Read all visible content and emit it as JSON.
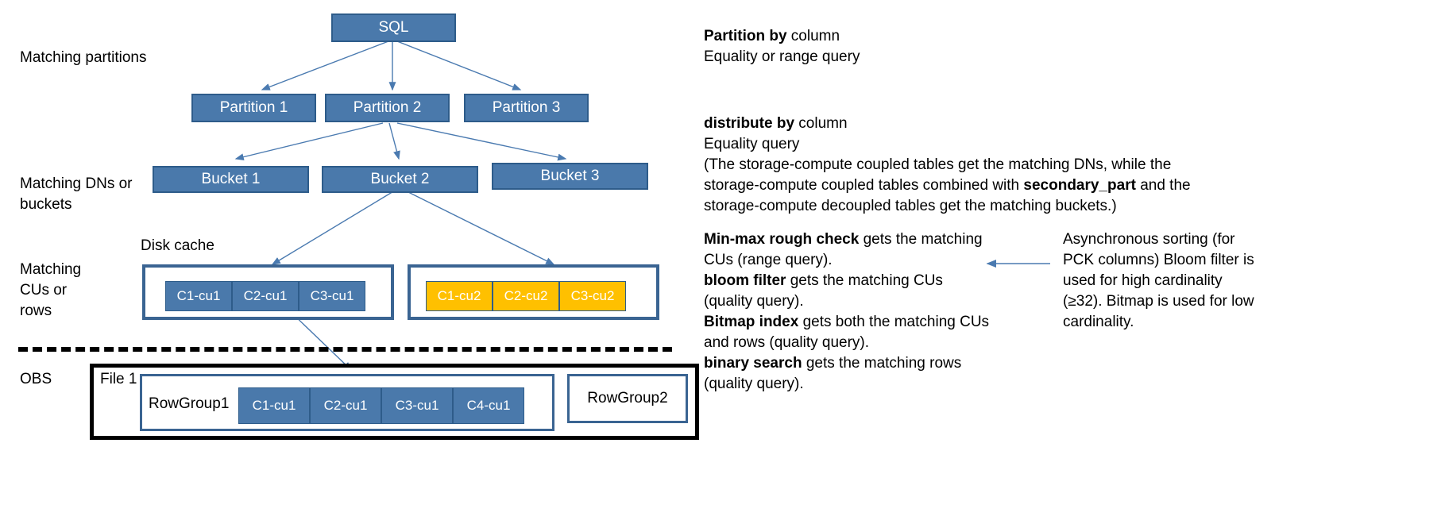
{
  "diagram": {
    "stage_labels": [
      {
        "id": "matching-partitions",
        "text": "Matching partitions"
      },
      {
        "id": "matching-dns-buckets",
        "text": "Matching DNs or\nbuckets"
      },
      {
        "id": "matching-cus-rows",
        "text": "Matching\nCUs or\nrows"
      },
      {
        "id": "obs",
        "text": "OBS"
      }
    ],
    "root_node": "SQL",
    "partitions": [
      "Partition 1",
      "Partition 2",
      "Partition 3"
    ],
    "buckets": [
      "Bucket 1",
      "Bucket 2",
      "Bucket 3"
    ],
    "disk_cache_label": "Disk cache",
    "cu_group_left": [
      "C1-cu1",
      "C2-cu1",
      "C3-cu1"
    ],
    "cu_group_right": [
      "C1-cu2",
      "C2-cu2",
      "C3-cu2"
    ],
    "obs": {
      "file_label": "File 1",
      "rowgroup1_label": "RowGroup1",
      "rowgroup1_cus": [
        "C1-cu1",
        "C2-cu1",
        "C3-cu1",
        "C4-cu1"
      ],
      "rowgroup2_label": "RowGroup2"
    }
  },
  "notes": {
    "partition_by": {
      "bold": "Partition by",
      "rest": " column",
      "line2": "Equality or range query"
    },
    "distribute_by": {
      "bold": "distribute by",
      "rest": " column",
      "line2": "Equality query",
      "line3_a": "(The storage-compute coupled tables get the matching DNs, while the storage-compute coupled tables combined with ",
      "line3_bold": "secondary_part",
      "line3_b": " and the storage-compute decoupled tables get the matching buckets.)"
    },
    "filters": {
      "b1": "Min-max rough check",
      "t1": " gets the matching CUs (range query).",
      "b2": "bloom filter",
      "t2": " gets the matching CUs (quality query).",
      "b3": "Bitmap index",
      "t3": " gets both the matching CUs and rows (quality query).",
      "b4": "binary search",
      "t4": " gets the matching rows (quality query)."
    },
    "sidenote": "Asynchronous sorting (for PCK columns) Bloom filter is used for high cardinality (≥32). Bitmap is used for low cardinality."
  },
  "colors": {
    "node_fill": "#4a79ab",
    "node_border": "#2e5c8a",
    "chip_yellow": "#ffc000",
    "arrow": "#4a7ab0",
    "outline": "#3a6492",
    "obs_border": "#000000"
  }
}
